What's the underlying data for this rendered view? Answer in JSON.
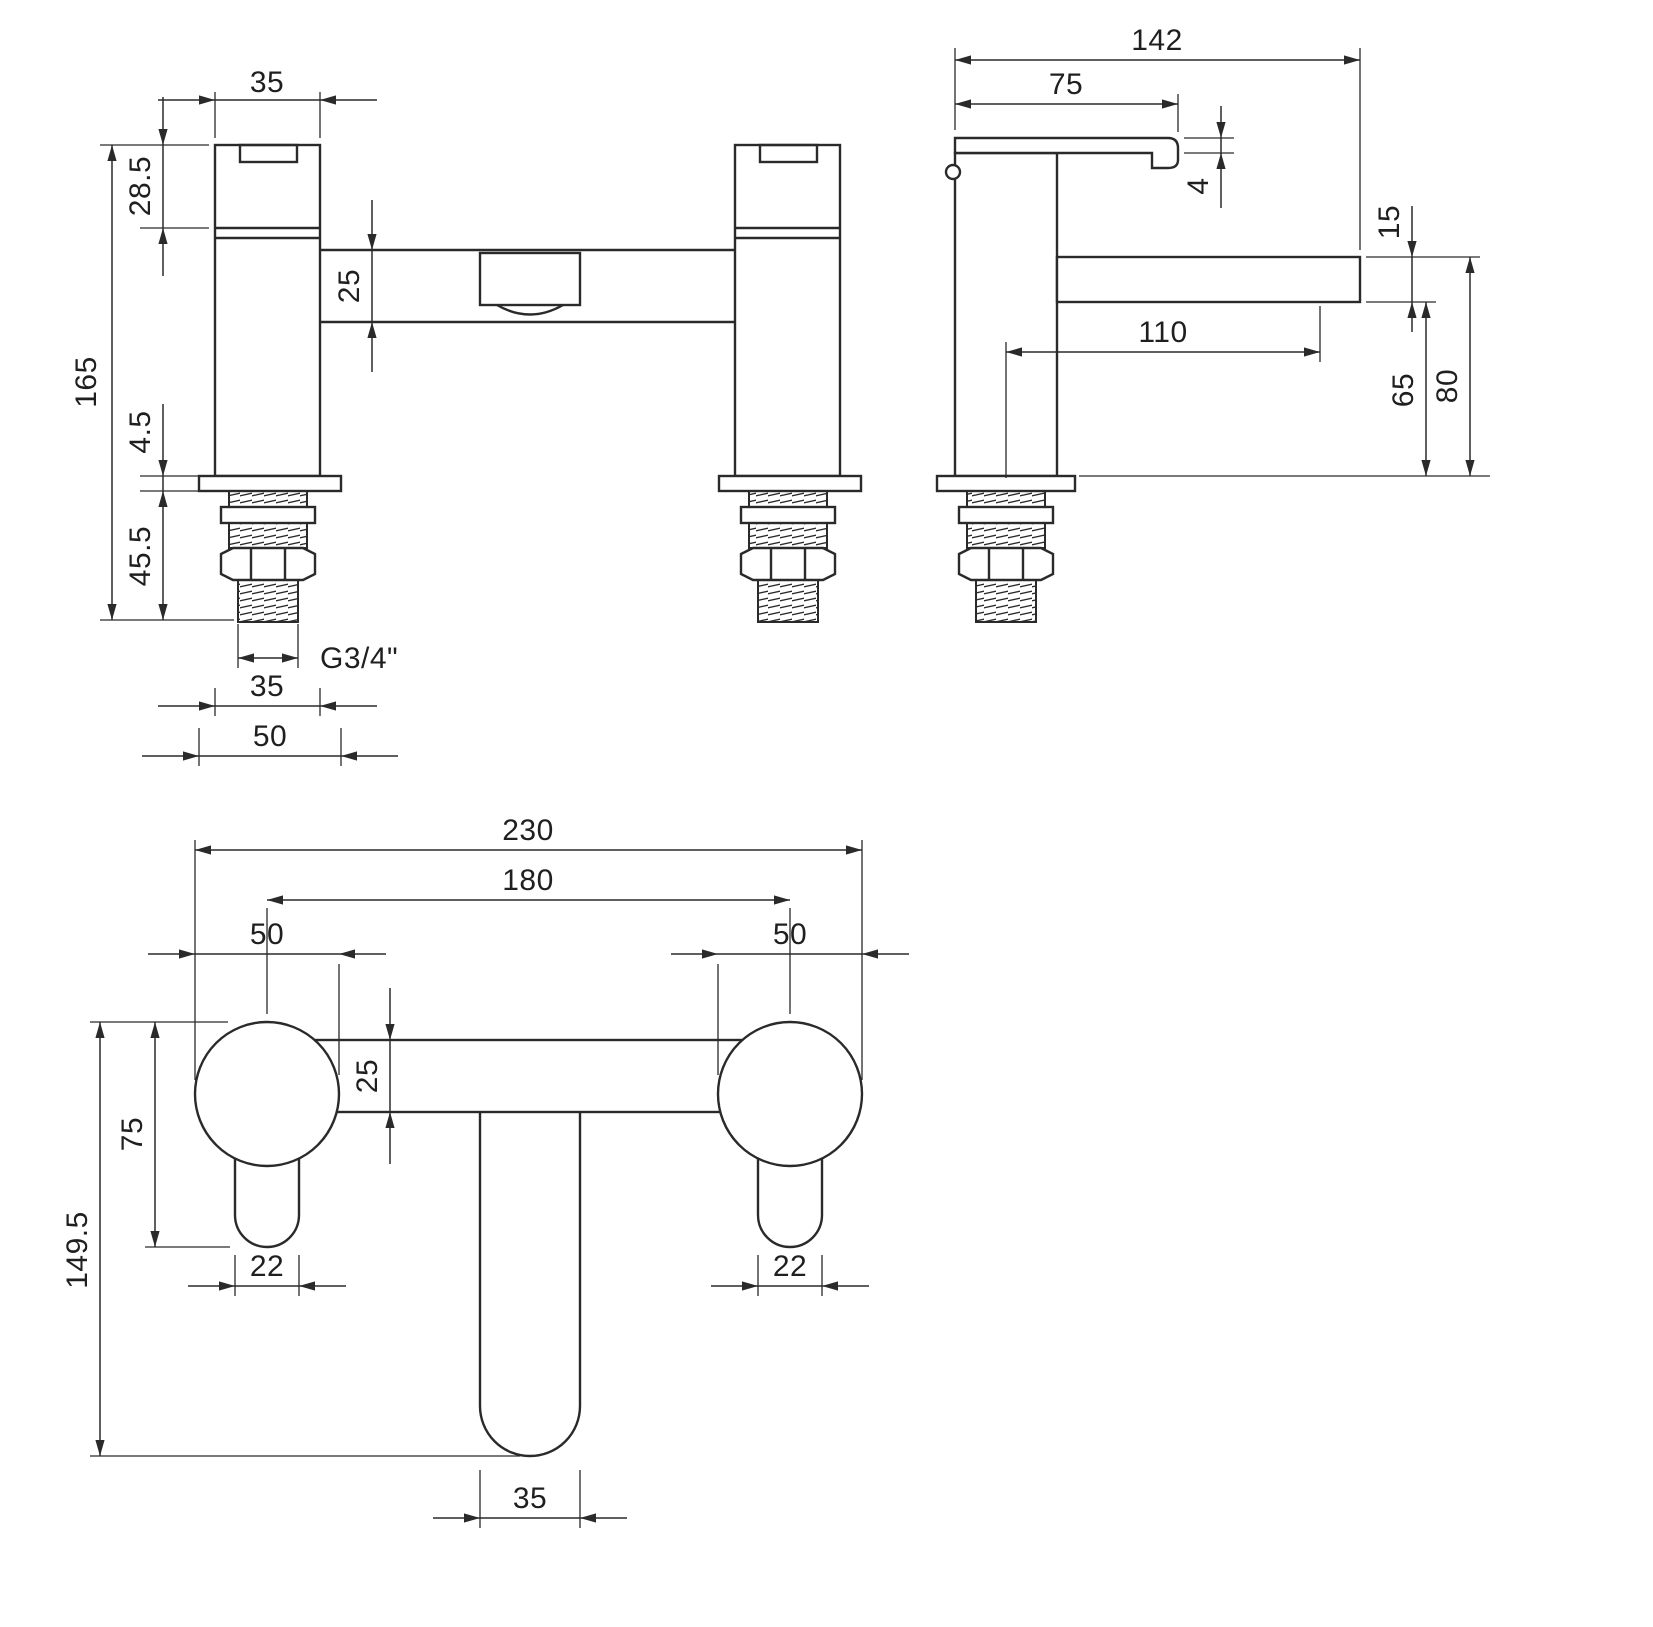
{
  "front_view": {
    "dims": {
      "handle_width": "35",
      "handle_height": "28.5",
      "overall_height": "165",
      "flange_thickness": "4.5",
      "tail_length": "45.5",
      "spout_body_height": "25",
      "thread_spec": "G3/4\"",
      "body_width": "35",
      "flange_width": "50"
    }
  },
  "side_view": {
    "dims": {
      "overall_depth": "142",
      "handle_length": "75",
      "handle_thickness": "4",
      "spout_height": "15",
      "spout_reach": "110",
      "spout_underside_height": "65",
      "spout_top_height": "80"
    }
  },
  "plan_view": {
    "dims": {
      "overall_width": "230",
      "tap_centres": "180",
      "left_body_dia": "50",
      "right_body_dia": "50",
      "bar_width": "25",
      "handle_projection": "75",
      "overall_projection": "149.5",
      "left_handle_width": "22",
      "right_handle_width": "22",
      "spout_width": "35"
    }
  }
}
